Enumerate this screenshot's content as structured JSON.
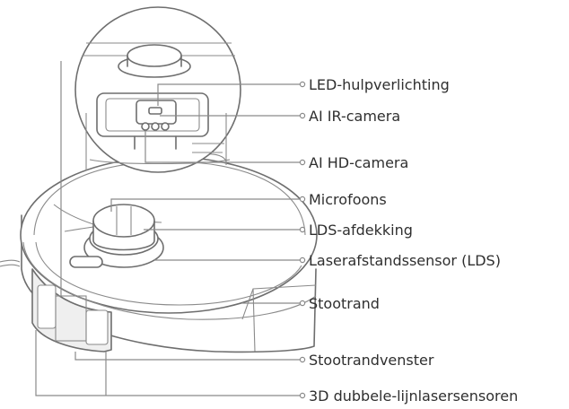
{
  "callouts": [
    {
      "id": "led",
      "label": "LED-hulpverlichting"
    },
    {
      "id": "ir",
      "label": "AI IR-camera"
    },
    {
      "id": "hd",
      "label": "AI HD-camera"
    },
    {
      "id": "mic",
      "label": "Microfoons"
    },
    {
      "id": "lds-cover",
      "label": "LDS-afdekking"
    },
    {
      "id": "lds",
      "label": "Laserafstandssensor (LDS)"
    },
    {
      "id": "bumper",
      "label": "Stootrand"
    },
    {
      "id": "bumper-window",
      "label": "Stootrandvenster"
    },
    {
      "id": "line-laser",
      "label": "3D dubbele-lijnlasersensoren"
    }
  ]
}
